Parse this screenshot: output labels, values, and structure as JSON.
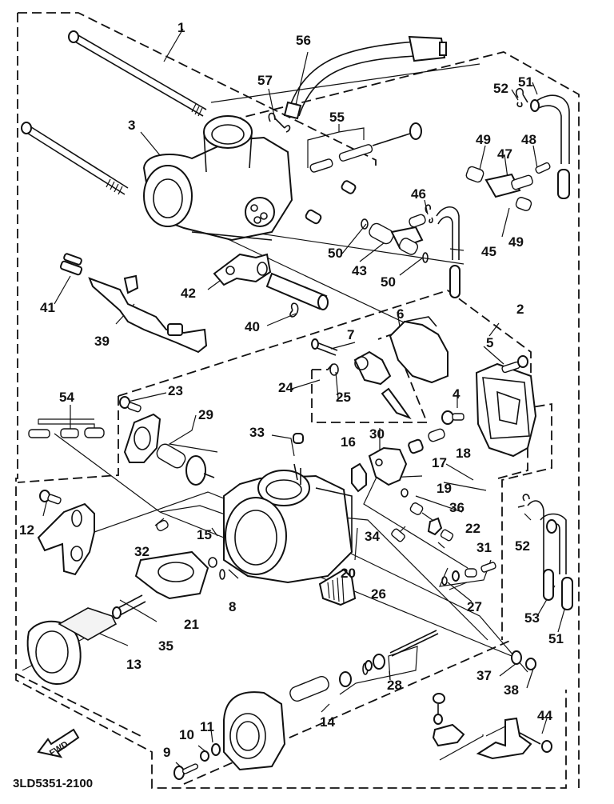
{
  "diagram": {
    "type": "exploded-parts-diagram",
    "subject": "carburetor assembly",
    "drawing_code": "3LD5351-2100",
    "direction_marker": "FWD",
    "callouts": [
      {
        "id": "c1",
        "label": "1"
      },
      {
        "id": "c2",
        "label": "2"
      },
      {
        "id": "c3",
        "label": "3"
      },
      {
        "id": "c4",
        "label": "4"
      },
      {
        "id": "c5",
        "label": "5"
      },
      {
        "id": "c6",
        "label": "6"
      },
      {
        "id": "c7",
        "label": "7"
      },
      {
        "id": "c8",
        "label": "8"
      },
      {
        "id": "c9",
        "label": "9"
      },
      {
        "id": "c10",
        "label": "10"
      },
      {
        "id": "c11",
        "label": "11"
      },
      {
        "id": "c12",
        "label": "12"
      },
      {
        "id": "c13",
        "label": "13"
      },
      {
        "id": "c14",
        "label": "14"
      },
      {
        "id": "c15",
        "label": "15"
      },
      {
        "id": "c16",
        "label": "16"
      },
      {
        "id": "c17",
        "label": "17"
      },
      {
        "id": "c18",
        "label": "18"
      },
      {
        "id": "c19",
        "label": "19"
      },
      {
        "id": "c20",
        "label": "20"
      },
      {
        "id": "c21",
        "label": "21"
      },
      {
        "id": "c22",
        "label": "22"
      },
      {
        "id": "c23",
        "label": "23"
      },
      {
        "id": "c24",
        "label": "24"
      },
      {
        "id": "c25",
        "label": "25"
      },
      {
        "id": "c26",
        "label": "26"
      },
      {
        "id": "c27",
        "label": "27"
      },
      {
        "id": "c28",
        "label": "28"
      },
      {
        "id": "c29",
        "label": "29"
      },
      {
        "id": "c30",
        "label": "30"
      },
      {
        "id": "c31",
        "label": "31"
      },
      {
        "id": "c32",
        "label": "32"
      },
      {
        "id": "c33",
        "label": "33"
      },
      {
        "id": "c34",
        "label": "34"
      },
      {
        "id": "c35",
        "label": "35"
      },
      {
        "id": "c36",
        "label": "36"
      },
      {
        "id": "c37",
        "label": "37"
      },
      {
        "id": "c38",
        "label": "38"
      },
      {
        "id": "c39",
        "label": "39"
      },
      {
        "id": "c40",
        "label": "40"
      },
      {
        "id": "c41",
        "label": "41"
      },
      {
        "id": "c42",
        "label": "42"
      },
      {
        "id": "c43",
        "label": "43"
      },
      {
        "id": "c44",
        "label": "44"
      },
      {
        "id": "c45",
        "label": "45"
      },
      {
        "id": "c46",
        "label": "46"
      },
      {
        "id": "c47",
        "label": "47"
      },
      {
        "id": "c48",
        "label": "48"
      },
      {
        "id": "c49a",
        "label": "49"
      },
      {
        "id": "c49b",
        "label": "49"
      },
      {
        "id": "c50a",
        "label": "50"
      },
      {
        "id": "c50b",
        "label": "50"
      },
      {
        "id": "c51a",
        "label": "51"
      },
      {
        "id": "c51b",
        "label": "51"
      },
      {
        "id": "c52a",
        "label": "52"
      },
      {
        "id": "c52b",
        "label": "52"
      },
      {
        "id": "c53",
        "label": "53"
      },
      {
        "id": "c54",
        "label": "54"
      },
      {
        "id": "c55",
        "label": "55"
      },
      {
        "id": "c56",
        "label": "56"
      },
      {
        "id": "c57",
        "label": "57"
      }
    ]
  }
}
